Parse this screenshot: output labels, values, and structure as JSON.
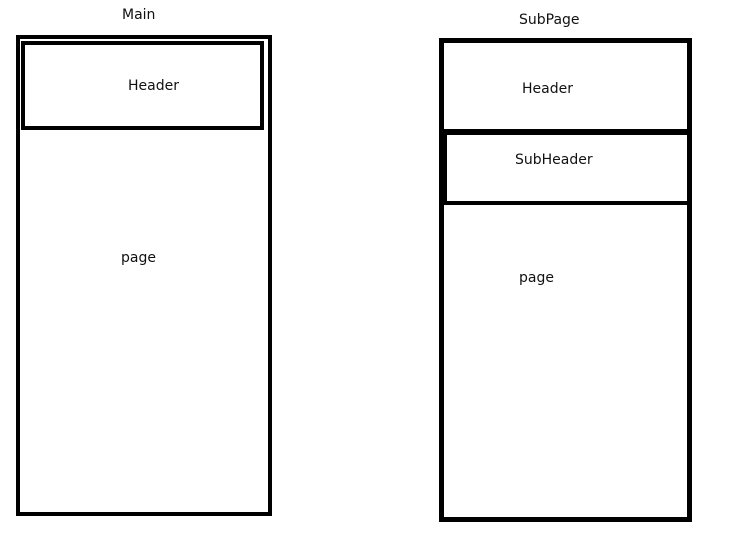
{
  "main": {
    "title": "Main",
    "header_label": "Header",
    "page_label": "page"
  },
  "subpage": {
    "title": "SubPage",
    "header_label": "Header",
    "subheader_label": "SubHeader",
    "page_label": "page"
  }
}
